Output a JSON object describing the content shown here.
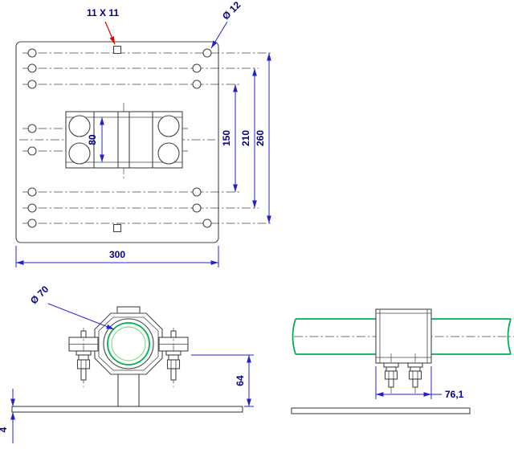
{
  "title": "Antenna mounting plate and pipe clamp technical drawing",
  "colors": {
    "line": "#454545",
    "dim": "#2323cc",
    "text": "#00008b",
    "leader_red": "#dd0000",
    "pipe_green": "#00b050",
    "pipe_green_light": "#8fd98f"
  },
  "top_view": {
    "square_hole_label": "11 X 11",
    "hole_dia_label": "Ø 12",
    "dim_clamp_height": "80",
    "dim_150": "150",
    "dim_210": "210",
    "dim_260": "260",
    "dim_300": "300"
  },
  "front_view": {
    "pipe_dia_label": "Ø 70",
    "dim_height": "64",
    "dim_thickness": "4"
  },
  "side_view": {
    "dim_clamp_width": "76,1"
  }
}
